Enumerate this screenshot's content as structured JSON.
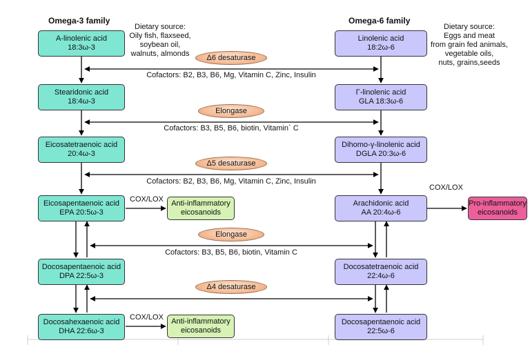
{
  "omega3": {
    "title": "Omega-3 family",
    "source": [
      "Dietary source:",
      "Oily fish, flaxseed,",
      "soybean oil,",
      "walnuts, almonds"
    ],
    "nodes": [
      {
        "name": "A-linolenic acid",
        "code": "18:3ω-3"
      },
      {
        "name": "Stearidonic acid",
        "code": "18:4ω-3"
      },
      {
        "name": "Eicosatetraenoic acid",
        "code": "20:4ω-3"
      },
      {
        "name": "Eicosapentaenoic acid",
        "code": "EPA 20:5ω-3"
      },
      {
        "name": "Docosapentaenoic acid",
        "code": "DPA 22:5ω-3"
      },
      {
        "name": "Docosahexaenoic acid",
        "code": "DHA 22:6ω-3"
      }
    ]
  },
  "omega6": {
    "title": "Omega-6 family",
    "source": [
      "Dietary source:",
      "Eggs and meat",
      "from grain fed animals,",
      "vegetable oils,",
      "nuts, grains,seeds"
    ],
    "nodes": [
      {
        "name": "Linolenic acid",
        "code": "18:2ω-6"
      },
      {
        "name": "Γ-linolenic acid",
        "code": "GLA 18:3ω-6"
      },
      {
        "name": "Dihomo-γ-linolenic acid",
        "code": "DGLA 20:3ω-6"
      },
      {
        "name": "Arachidonic acid",
        "code": "AA 20:4ω-6"
      },
      {
        "name": "Docosatetraenoic acid",
        "code": "22:4ω-6"
      },
      {
        "name": "Docosapentaenoic acid",
        "code": "22:5ω-6"
      }
    ]
  },
  "enzymes": [
    {
      "label": "Δ6 desaturase",
      "cofactors": "Cofactors: B2, B3, B6, Mg, Vitamin C, Zinc, Insulin"
    },
    {
      "label": "Elongase",
      "cofactors": "Cofactors: B3, B5, B6, biotin, Vitamin` C"
    },
    {
      "label": "Δ5 desaturase",
      "cofactors": "Cofactors: B2, B3, B6, Mg, Vitamin C, Zinc, Insulin"
    },
    {
      "label": "Elongase",
      "cofactors": "Cofactors: B3, B5, B6, biotin, Vitamin C"
    },
    {
      "label": "Δ4 desaturase",
      "cofactors": ""
    }
  ],
  "outputs": {
    "anti": [
      "Anti-inflammatory",
      "eicosanoids"
    ],
    "pro": [
      "Pro-inflammatory",
      "eicosanoids"
    ],
    "cox_lox": "COX/LOX"
  },
  "colors": {
    "omega3": "#7fe6d2",
    "omega6": "#c9c7fb",
    "anti": "#d6f2b5",
    "pro": "#ec5f9a",
    "enzyme": "#f4bb95"
  }
}
